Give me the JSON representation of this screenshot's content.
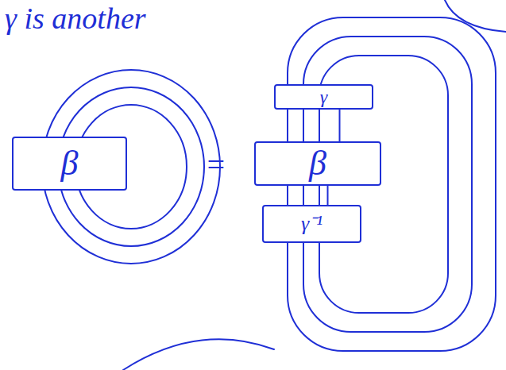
{
  "diagram": {
    "nodes": [
      {
        "text": [
          "β"
        ]
      },
      {
        "text": [
          "γ"
        ]
      },
      {
        "text": [
          "β"
        ]
      },
      {
        "text": [
          "γ⁻¹"
        ]
      }
    ],
    "edges": [
      {
        "from": 1,
        "to": 2,
        "arrow": "none"
      },
      {
        "from": 2,
        "to": 3,
        "arrow": "none"
      }
    ],
    "labels": [
      "γ is another",
      "="
    ]
  }
}
